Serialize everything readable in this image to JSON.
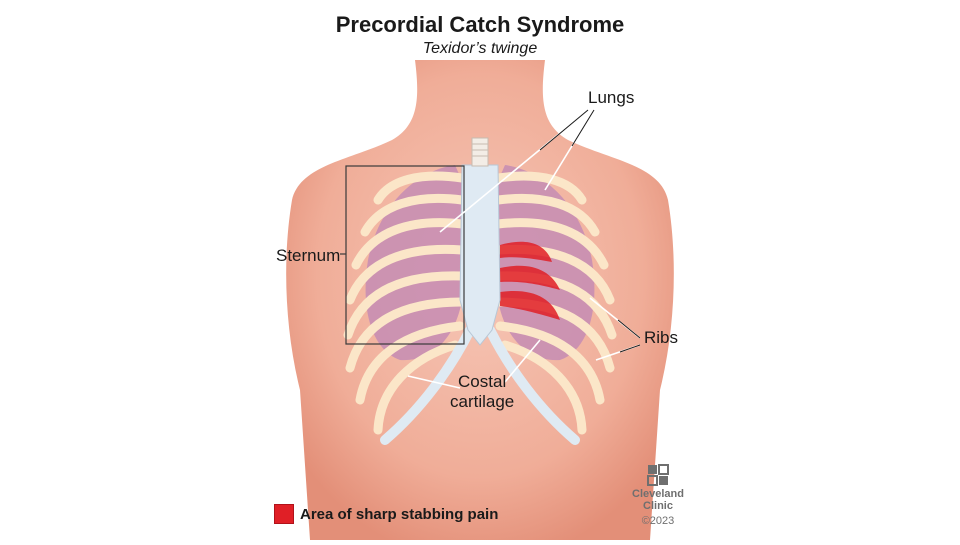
{
  "title": "Precordial Catch Syndrome",
  "subtitle": "Texidor’s twinge",
  "labels": {
    "lungs": "Lungs",
    "sternum": "Sternum",
    "ribs": "Ribs",
    "costal_line1": "Costal",
    "costal_line2": "cartilage"
  },
  "legend": {
    "text": "Area of sharp stabbing pain",
    "color": "#e01f26"
  },
  "logo": {
    "name_line1": "Cleveland",
    "name_line2": "Clinic",
    "copyright": "©2023"
  },
  "colors": {
    "skin": "#f2b8a6",
    "skin_shade": "#e89a86",
    "lung": "#c98fb2",
    "rib": "#fbe6c8",
    "cartilage": "#dfeaf3",
    "pain": "#e01f26"
  }
}
